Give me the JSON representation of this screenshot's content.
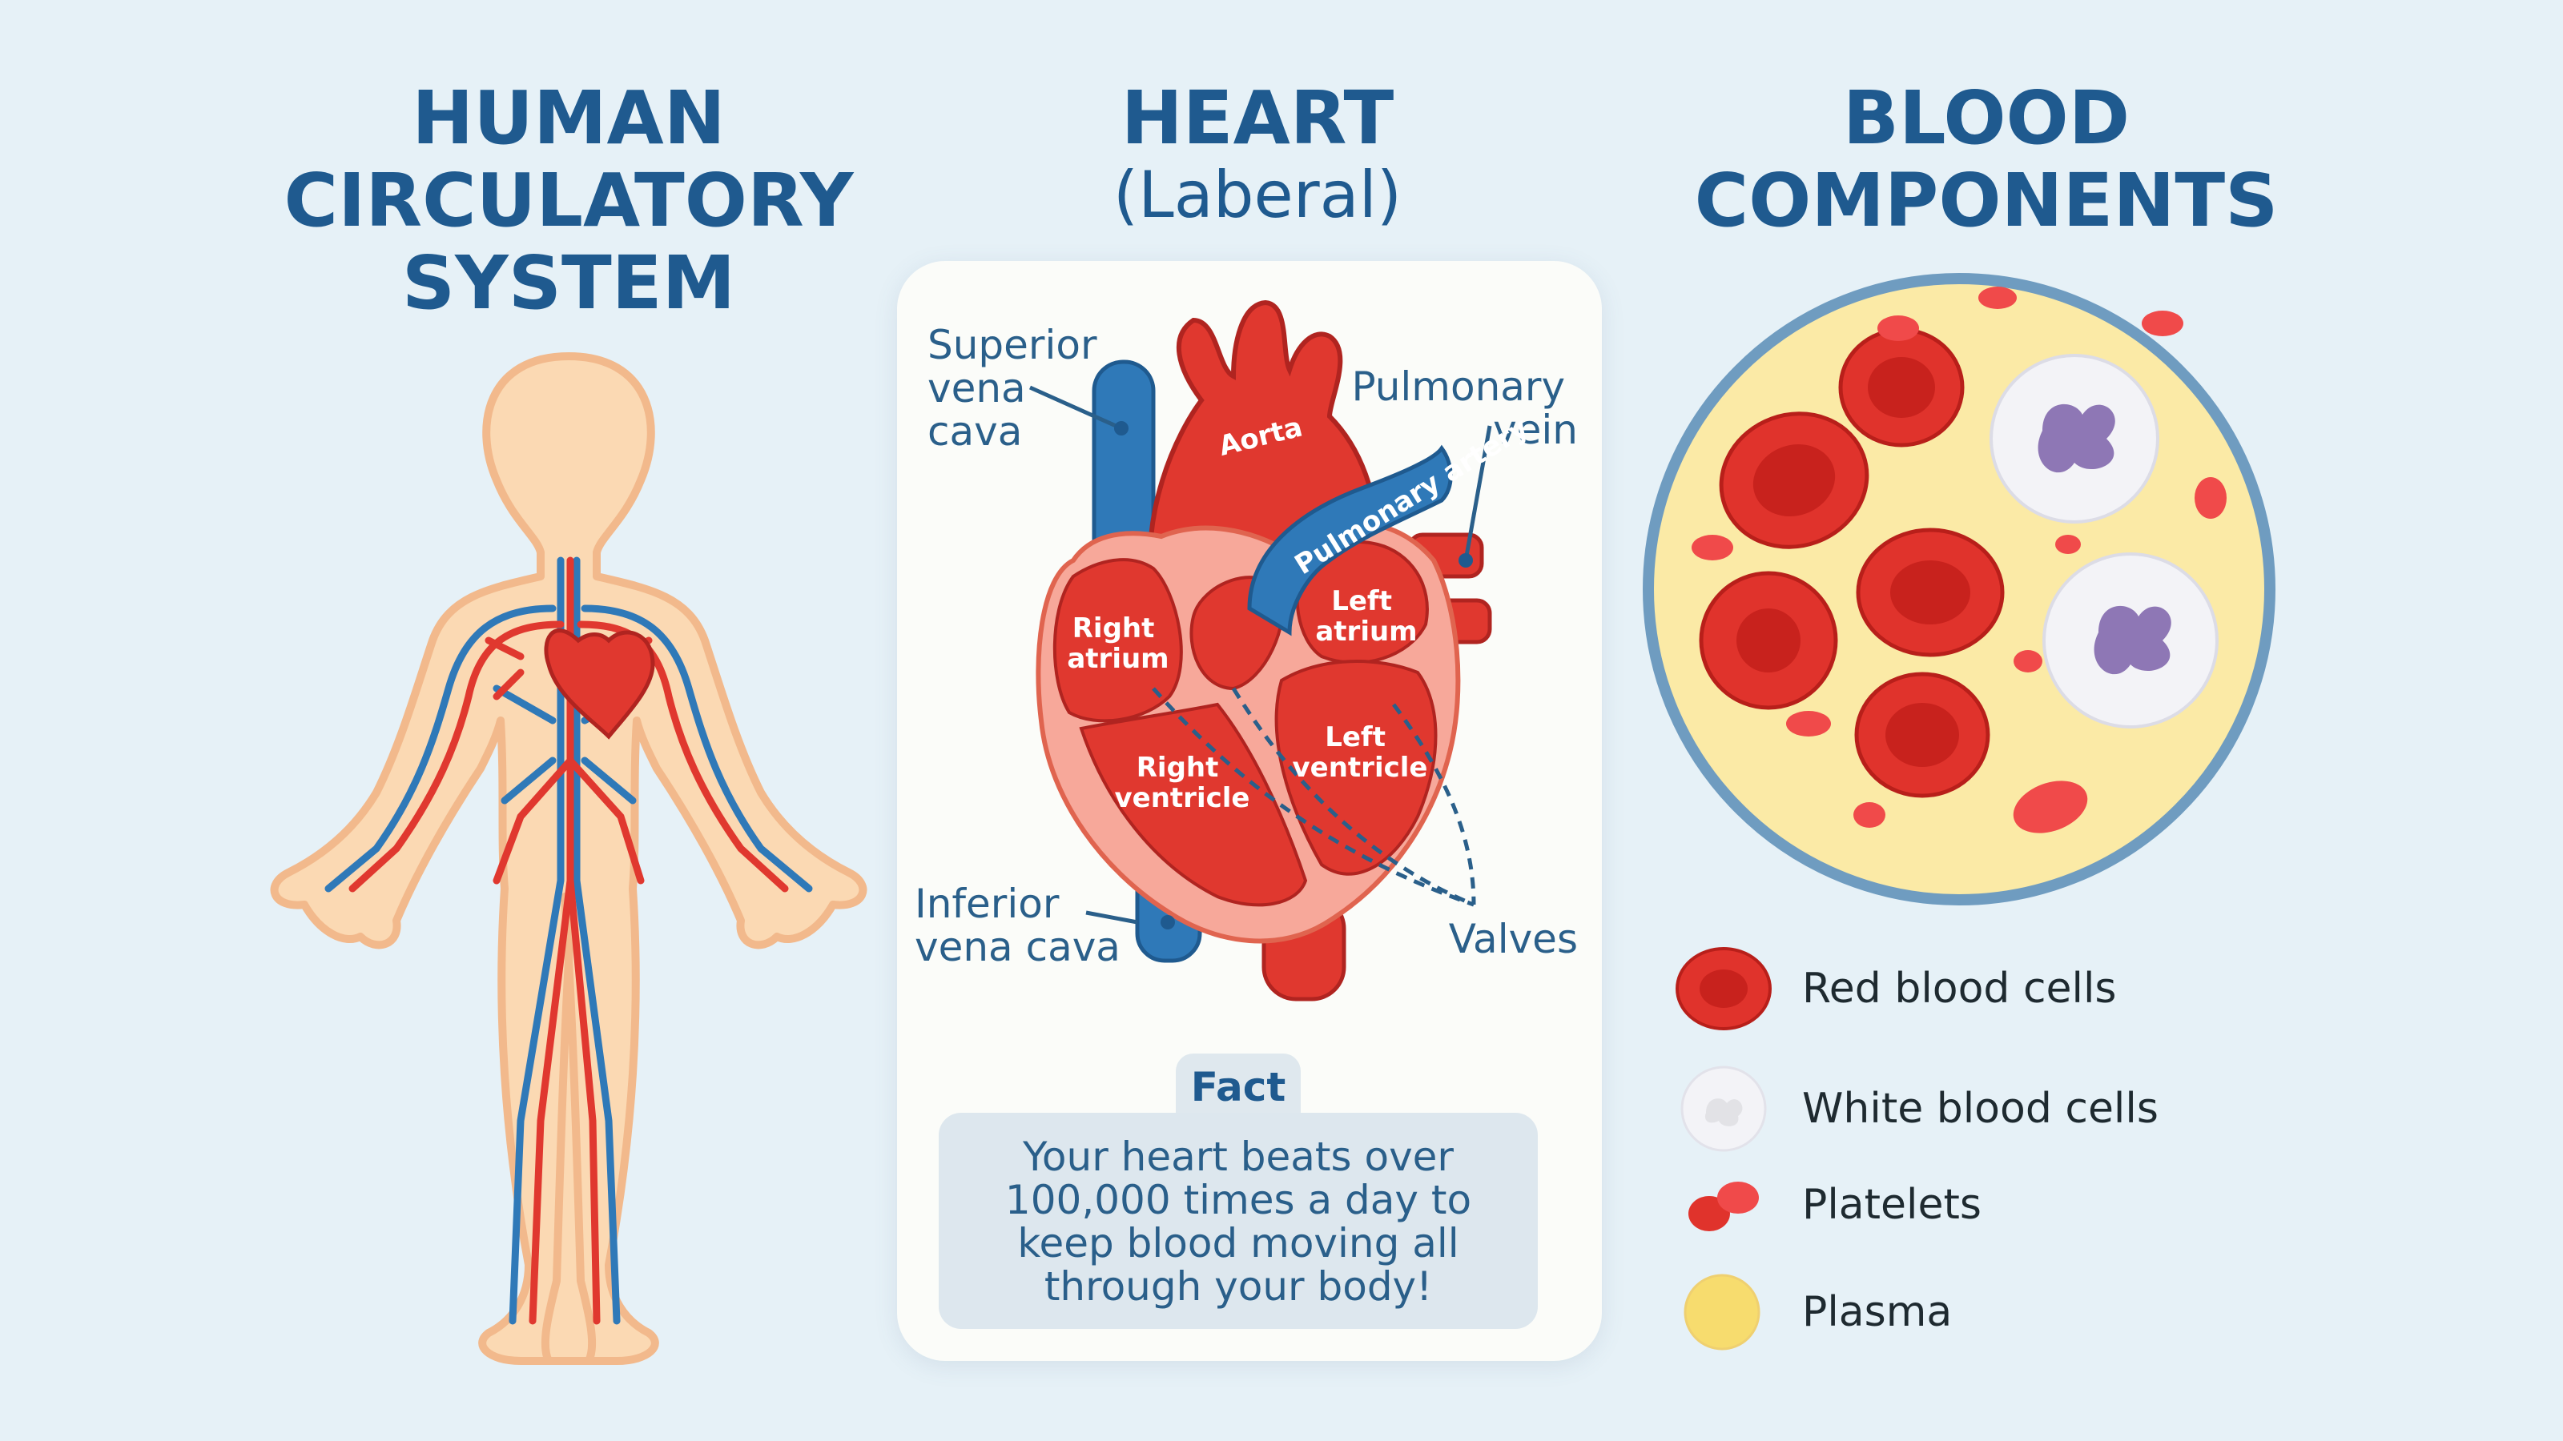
{
  "panels": {
    "circulatory": {
      "title_lines": [
        "HUMAN",
        "CIRCULATORY",
        "SYSTEM"
      ]
    },
    "heart": {
      "title": "HEART",
      "subtitle": "(Laberal)",
      "labels": {
        "superior_vena_cava": [
          "Superior",
          "vena",
          "cava"
        ],
        "aorta": "Aorta",
        "pulmonary_vein": [
          "Pulmonary",
          "vein"
        ],
        "pulmonary_artery": "Pulmonary artery",
        "right_atrium": [
          "Right",
          "atrium"
        ],
        "left_atrium": [
          "Left",
          "atrium"
        ],
        "right_ventricle": [
          "Right",
          "ventricle"
        ],
        "left_ventricle": [
          "Left",
          "ventricle"
        ],
        "inferior_vena_cava": [
          "Inferior",
          "vena cava"
        ],
        "valves": "Valves"
      },
      "fact": {
        "heading": "Fact",
        "text": "Your heart beats over 100,000 times a day to keep blood moving all through your body!"
      }
    },
    "blood": {
      "title_lines": [
        "BLOOD",
        "COMPONENTS"
      ],
      "legend": [
        {
          "label": "Red blood cells",
          "icon": "red-blood-cell-icon",
          "color": "#e0332c"
        },
        {
          "label": "White blood cells",
          "icon": "white-blood-cell-icon",
          "color": "#f1f1f4"
        },
        {
          "label": "Platelets",
          "icon": "platelets-icon",
          "color": "#f04a4a"
        },
        {
          "label": "Plasma",
          "icon": "plasma-icon",
          "color": "#f7dc6e"
        }
      ]
    }
  },
  "colors": {
    "title": "#1f5a8f",
    "artery": "#e0382f",
    "vein": "#2f79b8",
    "skin": "#fbd9b3",
    "plasma": "#fbeaa6"
  }
}
